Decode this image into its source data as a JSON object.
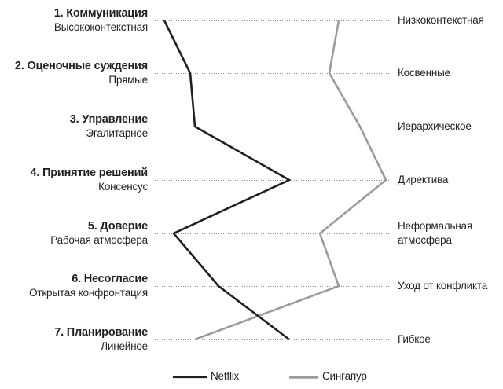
{
  "chart_data": {
    "type": "line",
    "title": "",
    "orientation": "vertical-category",
    "categories": [
      {
        "label": "1. Коммуникация",
        "left": "Высококонтекстная",
        "right": "Низкоконтекстная"
      },
      {
        "label": "2. Оценочные суждения",
        "left": "Прямые",
        "right": "Косвенные"
      },
      {
        "label": "3. Управление",
        "left": "Эгалитарное",
        "right": "Иерархическое"
      },
      {
        "label": "4. Принятие решений",
        "left": "Консенсус",
        "right": "Директива"
      },
      {
        "label": "5. Доверие",
        "left": "Рабочая атмосфера",
        "right": "Неформальная атмосфера"
      },
      {
        "label": "6. Несогласие",
        "left": "Открытая конфронтация",
        "right": "Уход от конфликта"
      },
      {
        "label": "7. Планирование",
        "left": "Линейное",
        "right": "Гибкое"
      }
    ],
    "scale_note": "0 = left pole, 100 = right pole",
    "series": [
      {
        "name": "Netflix",
        "color": "#231f20",
        "values": [
          3,
          14,
          16,
          56,
          7,
          26,
          56
        ]
      },
      {
        "name": "Сингапур",
        "color": "#9b9b9b",
        "values": [
          77,
          73,
          86,
          97,
          69,
          77,
          16
        ]
      }
    ],
    "legend_position": "bottom",
    "grid": "dotted horizontal per category"
  },
  "rows": [
    {
      "title": "1. Коммуникация",
      "left": "Высококонтекстная",
      "right": "Низкоконтекстная"
    },
    {
      "title": "2. Оценочные суждения",
      "left": "Прямые",
      "right": "Косвенные"
    },
    {
      "title": "3. Управление",
      "left": "Эгалитарное",
      "right": "Иерархическое"
    },
    {
      "title": "4. Принятие решений",
      "left": "Консенсус",
      "right": "Директива"
    },
    {
      "title": "5. Доверие",
      "left": "Рабочая атмосфера",
      "right_line1": "Неформальная",
      "right_line2": "атмосфера"
    },
    {
      "title": "6. Несогласие",
      "left": "Открытая конфронтация",
      "right": "Уход от конфликта"
    },
    {
      "title": "7. Планирование",
      "left": "Линейное",
      "right": "Гибкое"
    }
  ],
  "legend": {
    "netflix": "Netflix",
    "singapore": "Сингапур"
  },
  "colors": {
    "netflix": "#231f20",
    "singapore": "#9b9b9b",
    "grid": "#8a8a8a"
  }
}
